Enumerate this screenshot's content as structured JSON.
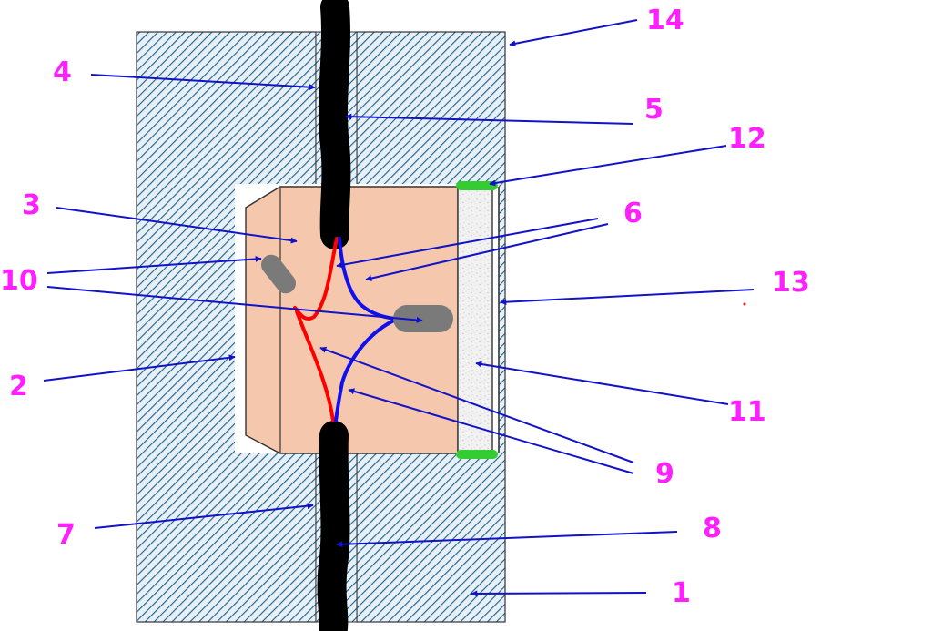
{
  "colors": {
    "label": "#ff1fff",
    "arrow": "#1212c8",
    "hatch": "#1f5f8a",
    "mold_bg": "#e6f0f6",
    "insert_fill": "#f5c8ad",
    "cable": "#000000",
    "wire_red": "#ff0000",
    "wire_blue": "#1010ee",
    "terminal": "#7a7a7a",
    "seal": "#33cc33",
    "window_fill": "#f2f2f2",
    "outline": "#333333"
  },
  "callouts": [
    {
      "id": "1",
      "label": "1"
    },
    {
      "id": "2",
      "label": "2"
    },
    {
      "id": "3",
      "label": "3"
    },
    {
      "id": "4",
      "label": "4"
    },
    {
      "id": "5",
      "label": "5"
    },
    {
      "id": "6",
      "label": "6"
    },
    {
      "id": "7",
      "label": "7"
    },
    {
      "id": "8",
      "label": "8"
    },
    {
      "id": "9",
      "label": "9"
    },
    {
      "id": "10",
      "label": "10"
    },
    {
      "id": "11",
      "label": "11"
    },
    {
      "id": "12",
      "label": "12"
    },
    {
      "id": "13",
      "label": "13"
    },
    {
      "id": "14",
      "label": "14"
    }
  ]
}
